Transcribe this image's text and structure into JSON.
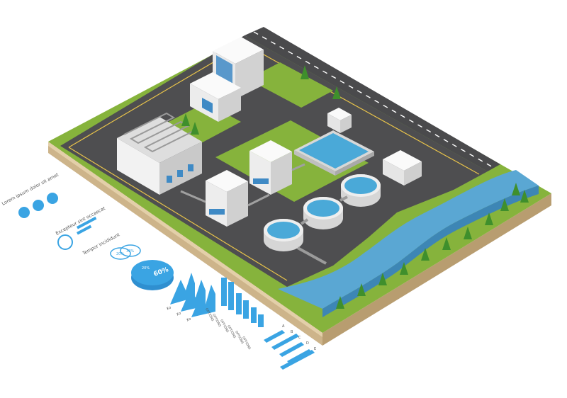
{
  "colors": {
    "grass": "#86b33c",
    "grass_dark": "#5f8a28",
    "asphalt": "#4e4e50",
    "soil_top": "#e9d7b8",
    "soil_side": "#d9c39d",
    "water": "#5aa7d3",
    "water_dark": "#3d86b5",
    "tank_water": "#4aa9d8",
    "building": "#f2f2f2",
    "accent_blue": "#2f8fd0",
    "info_blue": "#3aa4e3"
  },
  "infographic": {
    "heading_1": "Lorem ipsum dolor sit amet",
    "heading_2": "Excepteur sint occaecat",
    "heading_3": "Tempor incididunt",
    "percent_a": "20%",
    "percent_b": "30%",
    "percent_main": "60%",
    "letters": [
      "A",
      "B",
      "C",
      "D",
      "E"
    ],
    "option_label": "OPTIONS",
    "option_count": 6,
    "chart_labels": [
      "Xo",
      "Xo",
      "Xo"
    ]
  }
}
